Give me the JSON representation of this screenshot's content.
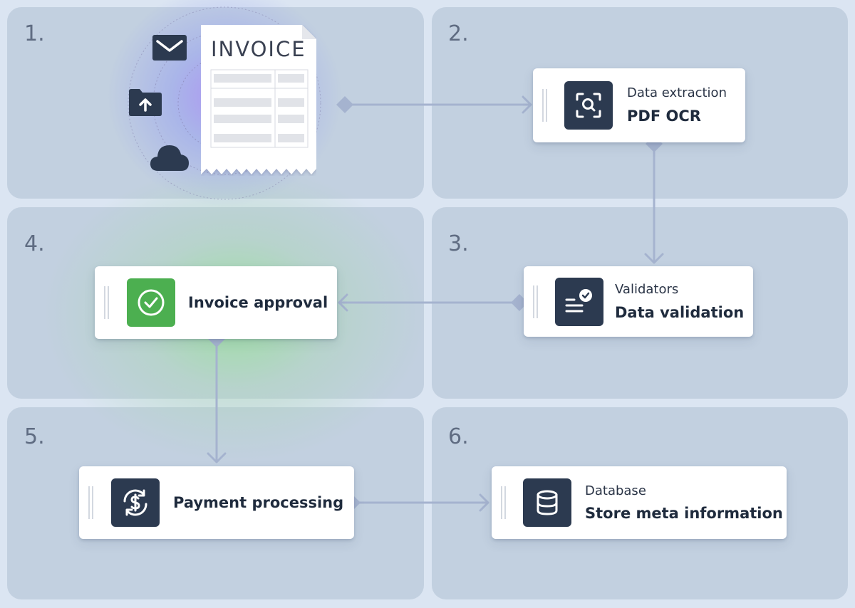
{
  "steps": [
    {
      "number": "1."
    },
    {
      "number": "2."
    },
    {
      "number": "3."
    },
    {
      "number": "4."
    },
    {
      "number": "5."
    },
    {
      "number": "6."
    }
  ],
  "invoice": {
    "title": "INVOICE"
  },
  "sources": [
    {
      "icon": "mail-icon"
    },
    {
      "icon": "folder-upload-icon"
    },
    {
      "icon": "cloud-icon"
    }
  ],
  "nodes": {
    "ocr": {
      "subtitle": "Data extraction",
      "title": "PDF OCR",
      "icon": "document-scan-icon"
    },
    "validation": {
      "subtitle": "Validators",
      "title": "Data validation",
      "icon": "checklist-icon"
    },
    "approval": {
      "title": "Invoice approval",
      "icon": "check-circle-icon"
    },
    "payment": {
      "title": "Payment processing",
      "icon": "dollar-exchange-icon"
    },
    "store": {
      "subtitle": "Database",
      "title": "Store meta information",
      "icon": "database-icon"
    }
  },
  "colors": {
    "panel": "#c2d0e0",
    "background": "#dbe5f2",
    "connector": "#a5b3cf",
    "icon_dark": "#2c3a50",
    "approval_green": "#4caf50"
  }
}
